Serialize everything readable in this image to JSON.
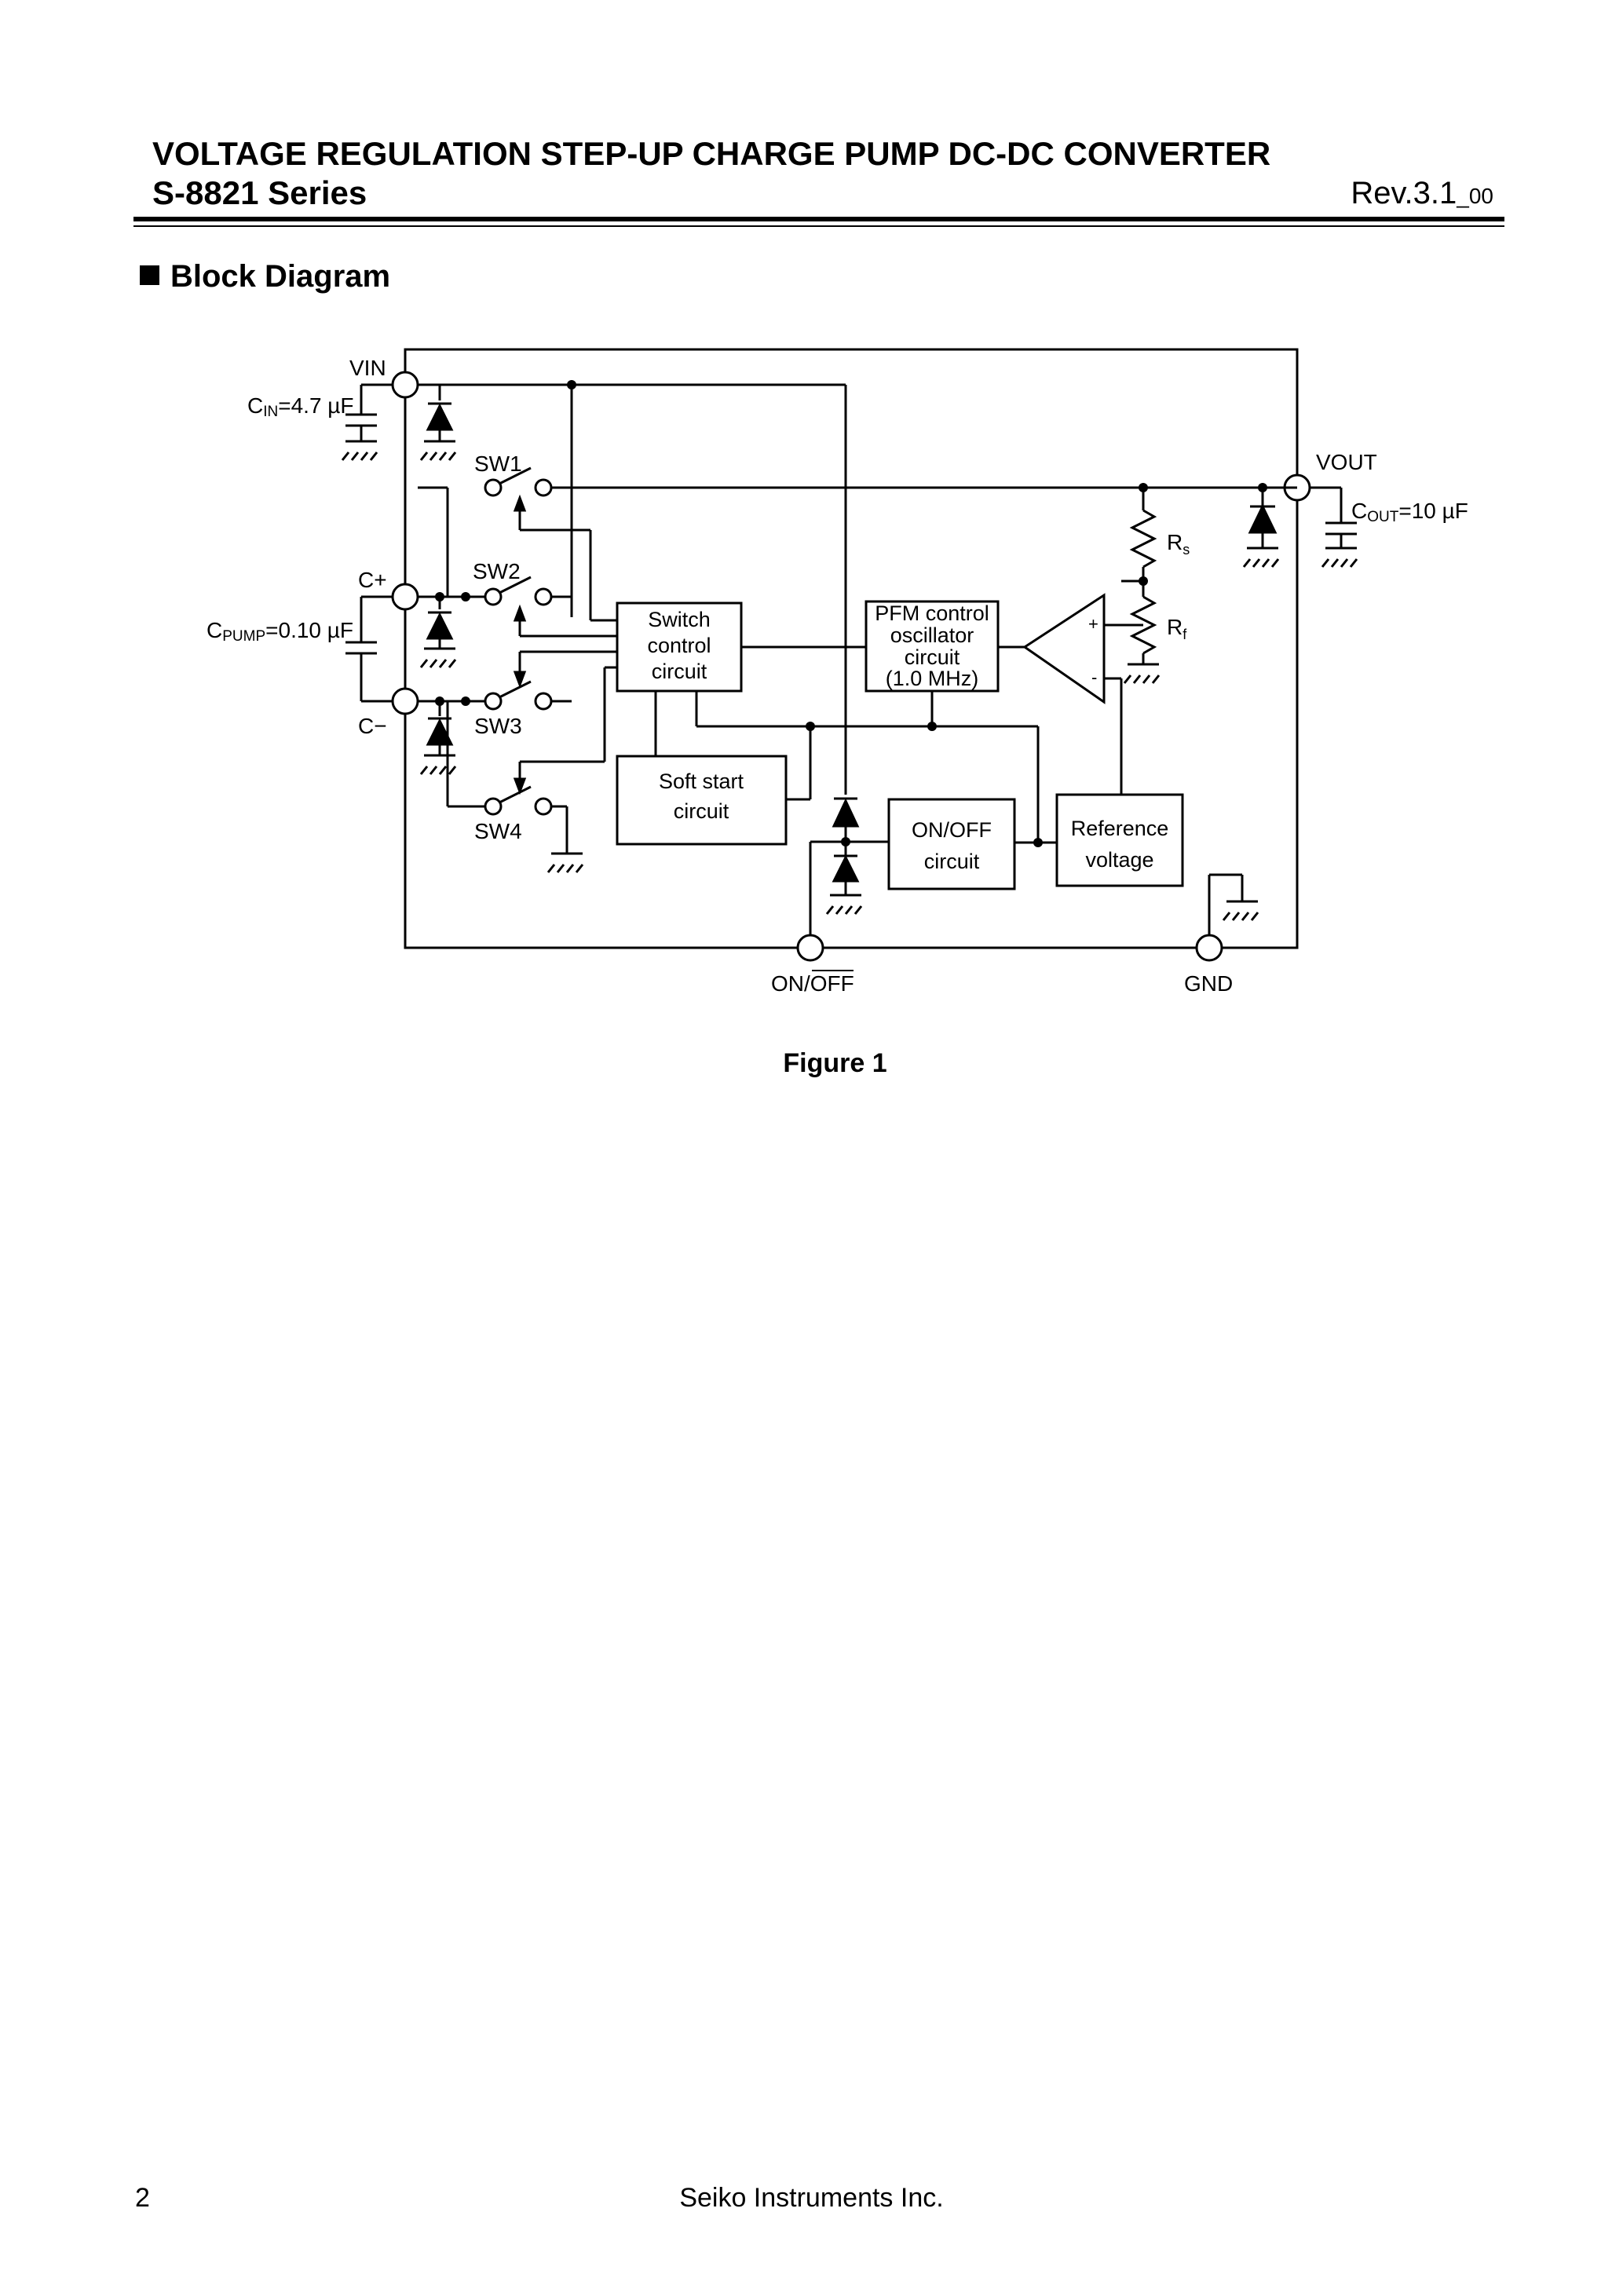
{
  "header": {
    "title": "VOLTAGE REGULATION STEP-UP CHARGE PUMP DC-DC CONVERTER",
    "series": "S-8821 Series",
    "rev_main": "Rev.3.1",
    "rev_sub": "_00"
  },
  "section": {
    "marker": "■",
    "title": "Block Diagram"
  },
  "diagram": {
    "pins": {
      "vin": "VIN",
      "vout": "VOUT",
      "cplus": "C+",
      "cminus": "C−",
      "onoff": "ON/OFF",
      "gnd": "GND"
    },
    "caps": {
      "cin_main": "C",
      "cin_sub": "IN",
      "cin_val": "=4.7 µF",
      "cpump_main": "C",
      "cpump_sub": "PUMP",
      "cpump_val": "=0.10 µF",
      "cout_main": "C",
      "cout_sub": "OUT",
      "cout_val": "=10 µF"
    },
    "switches": [
      "SW1",
      "SW2",
      "SW3",
      "SW4"
    ],
    "blocks": {
      "switch_control": [
        "Switch",
        "control",
        "circuit"
      ],
      "pfm": [
        "PFM control",
        "oscillator",
        "circuit",
        "(1.0 MHz)"
      ],
      "soft_start": [
        "Soft start",
        "circuit"
      ],
      "onoff": [
        "ON/OFF",
        "circuit"
      ],
      "reference": [
        "Reference",
        "voltage"
      ]
    },
    "resistors": {
      "rs_main": "R",
      "rs_sub": "s",
      "rf_main": "R",
      "rf_sub": "f"
    },
    "amp": {
      "plus": "+",
      "minus": "-"
    }
  },
  "caption": "Figure 1",
  "footer": {
    "page_number": "2",
    "company": "Seiko Instruments Inc."
  }
}
